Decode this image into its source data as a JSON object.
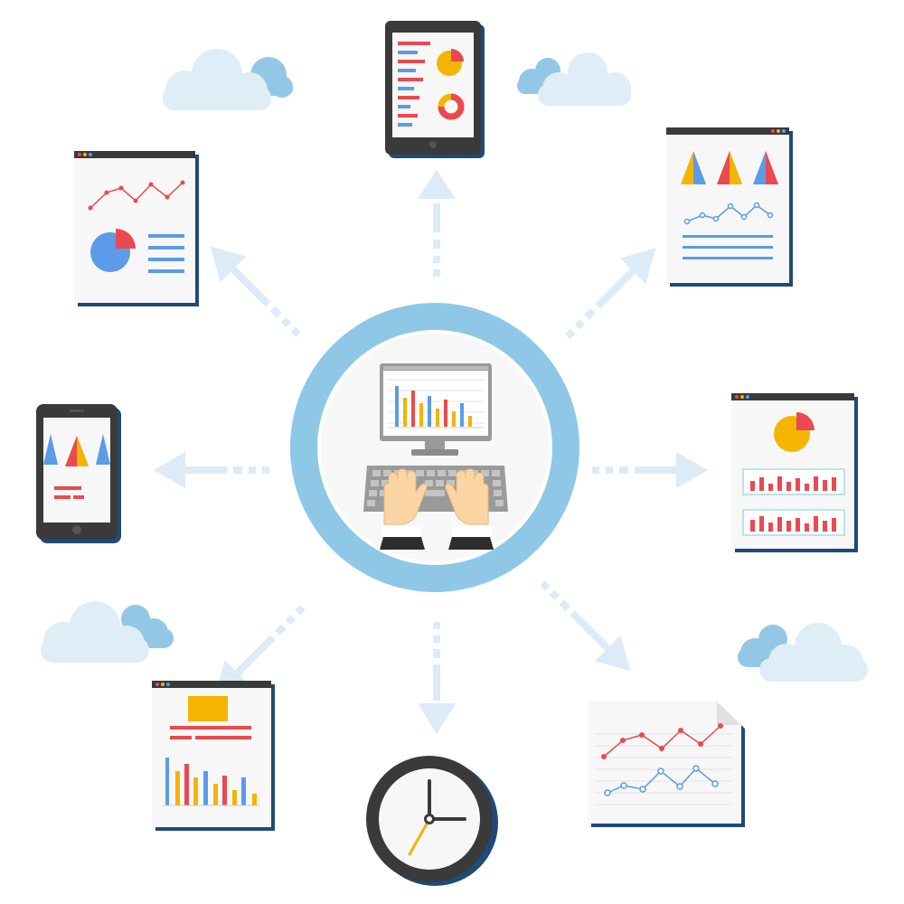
{
  "colors": {
    "blue": "#5b9be8",
    "red": "#ea4a4f",
    "yellow": "#f4b400",
    "navy": "#1f4a78",
    "sky": "#8ec8e6",
    "arrow": "#dcebf6",
    "cloud": "#deedf6",
    "cloud_accent": "#92c8e6",
    "device": "#3a3a3a",
    "paper": "#f7f7f7"
  },
  "illustration": {
    "center": "person-typing-on-computer",
    "surrounding_items": [
      "tablet-dashboard",
      "report-triangle-chart",
      "report-pie-bars",
      "document-line-chart",
      "clock",
      "report-bar-chart",
      "smartphone-chart",
      "report-line-pie"
    ]
  }
}
